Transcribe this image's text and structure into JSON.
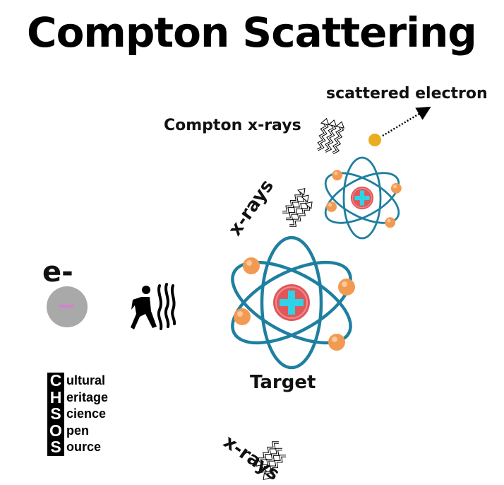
{
  "title": "Compton Scattering",
  "labels": {
    "scattered_electron": "scattered electron",
    "compton_xrays": "Compton x-rays",
    "xrays_incoming": "x-rays",
    "xrays_outgoing": "x-rays",
    "target": "Target",
    "electron": "e-"
  },
  "logo": {
    "rows": [
      {
        "letter": "C",
        "rest": "ultural"
      },
      {
        "letter": "H",
        "rest": "eritage"
      },
      {
        "letter": "S",
        "rest": "cience"
      },
      {
        "letter": "O",
        "rest": "pen"
      },
      {
        "letter": "S",
        "rest": "ource"
      }
    ]
  },
  "colors": {
    "orbit": "#1f7fa0",
    "nucleus": "#e0575a",
    "plus": "#2fd3e8",
    "electron_orbit": "#f39a52",
    "scattered_electron": "#e9ad1f",
    "electron_ball": "#a9a9a9",
    "minus": "#d77fcf"
  }
}
